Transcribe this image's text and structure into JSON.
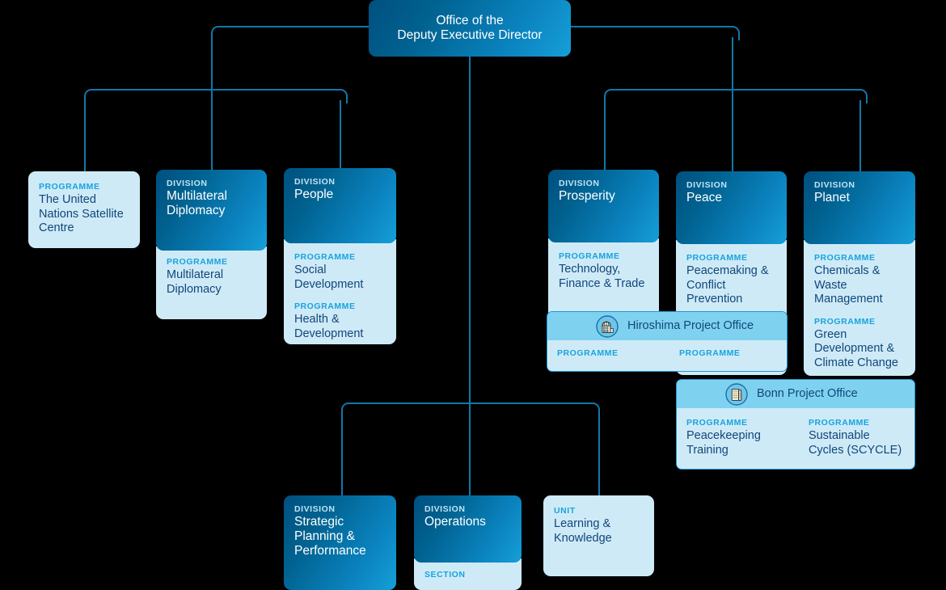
{
  "root": {
    "line1": "Office of the",
    "line2": "Deputy Executive Director"
  },
  "labels": {
    "division": "DIVISION",
    "programme": "PROGRAMME",
    "section": "SECTION",
    "unit": "UNIT"
  },
  "colors": {
    "connector": "#1277a8",
    "head_gradient_start": "#00507f",
    "head_gradient_end": "#169fd8",
    "panel_light": "#cfeaf7",
    "band_light": "#7ed2ef",
    "kicker_blue": "#17a4dd",
    "title_navy": "#10477a",
    "band_border": "#2196d4"
  },
  "nodes": {
    "satellite_centre": {
      "kicker": "PROGRAMME",
      "title": "The United Nations Satellite Centre"
    },
    "multilateral_diplomacy": {
      "kicker": "DIVISION",
      "title": "Multilateral Diplomacy",
      "programmes": [
        {
          "kicker": "PROGRAMME",
          "title": "Multilateral Diplomacy"
        }
      ]
    },
    "people": {
      "kicker": "DIVISION",
      "title": "People",
      "programmes": [
        {
          "kicker": "PROGRAMME",
          "title": "Social Development"
        },
        {
          "kicker": "PROGRAMME",
          "title": "Health & Development"
        }
      ]
    },
    "prosperity": {
      "kicker": "DIVISION",
      "title": "Prosperity",
      "programmes": [
        {
          "kicker": "PROGRAMME",
          "title": "Technology, Finance & Trade"
        }
      ]
    },
    "peace": {
      "kicker": "DIVISION",
      "title": "Peace",
      "programmes": [
        {
          "kicker": "PROGRAMME",
          "title": "Peacemaking & Conflict Prevention"
        }
      ]
    },
    "planet": {
      "kicker": "DIVISION",
      "title": "Planet",
      "programmes": [
        {
          "kicker": "PROGRAMME",
          "title": "Chemicals & Waste Management"
        },
        {
          "kicker": "PROGRAMME",
          "title": "Green Development & Climate Change"
        }
      ]
    },
    "strategic_planning": {
      "kicker": "DIVISION",
      "title": "Strategic Planning & Performance"
    },
    "operations": {
      "kicker": "DIVISION",
      "title": "Operations",
      "programmes": [
        {
          "kicker": "SECTION",
          "title": ""
        }
      ]
    },
    "learning_knowledge": {
      "kicker": "UNIT",
      "title": "Learning & Knowledge"
    }
  },
  "offices": {
    "hiroshima": {
      "name": "Hiroshima Project Office",
      "icon": "hiroshima-dome-icon",
      "columns": [
        {
          "kicker": "PROGRAMME",
          "title": ""
        },
        {
          "kicker": "PROGRAMME",
          "title": ""
        }
      ]
    },
    "bonn": {
      "name": "Bonn Project Office",
      "icon": "bonn-building-icon",
      "columns": [
        {
          "kicker": "PROGRAMME",
          "title": "Peacekeeping Training"
        },
        {
          "kicker": "PROGRAMME",
          "title": "Sustainable Cycles (SCYCLE)"
        }
      ]
    }
  }
}
